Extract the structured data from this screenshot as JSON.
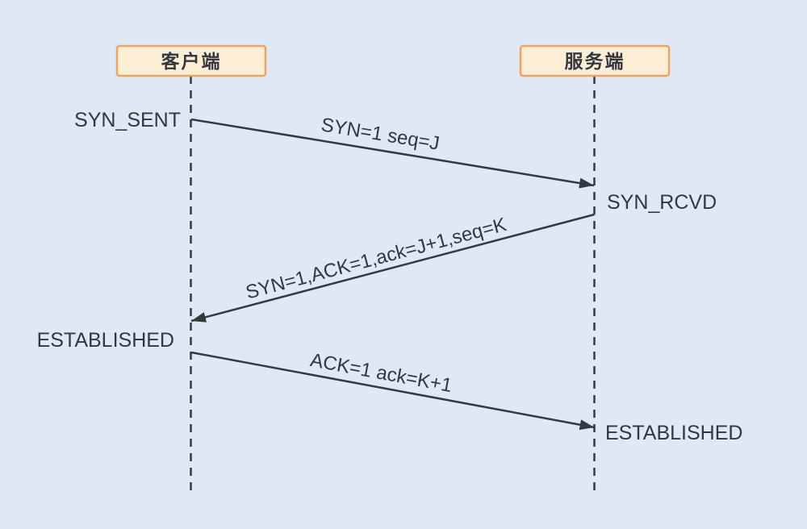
{
  "diagram": {
    "type": "sequence-diagram",
    "actors": [
      {
        "id": "client",
        "label": "客户端"
      },
      {
        "id": "server",
        "label": "服务端"
      }
    ],
    "states": [
      {
        "label": "SYN_SENT",
        "side": "client"
      },
      {
        "label": "SYN_RCVD",
        "side": "server"
      },
      {
        "label": "ESTABLISHED",
        "side": "client"
      },
      {
        "label": "ESTABLISHED",
        "side": "server"
      }
    ],
    "messages": [
      {
        "label": "SYN=1 seq=J",
        "from": "client",
        "to": "server"
      },
      {
        "label": "SYN=1,ACK=1,ack=J+1,seq=K",
        "from": "server",
        "to": "client"
      },
      {
        "label": "ACK=1 ack=K+1",
        "from": "client",
        "to": "server"
      }
    ],
    "colors": {
      "background": "#dfe8f4",
      "actor_fill": "#fcedd5",
      "actor_border": "#eaa563",
      "line": "#363a40",
      "text": "#33383e"
    }
  }
}
